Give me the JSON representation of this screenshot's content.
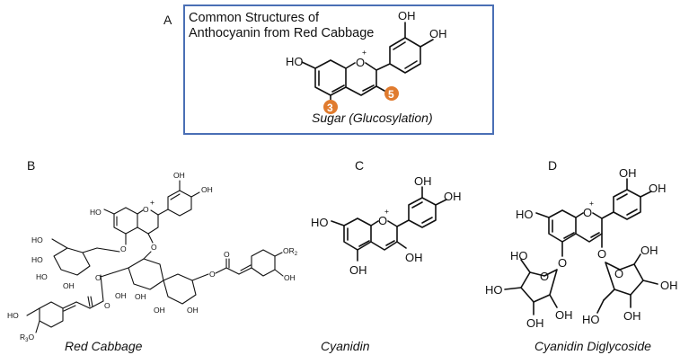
{
  "panels": {
    "a": {
      "letter": "A",
      "title_line1": "Common Structures of",
      "title_line2": "Anthocyanin from Red Cabbage",
      "sugar_label": "Sugar (Glucosylation)",
      "badge_left": "3",
      "badge_right": "5",
      "badge_color": "#e07b2e",
      "border_color": "#4a6fb5",
      "atoms": {
        "oh": "OH",
        "ho": "HO",
        "o": "O",
        "plus": "+"
      }
    },
    "b": {
      "letter": "B",
      "caption": "Red Cabbage",
      "atoms": {
        "oh": "OH",
        "ho": "HO",
        "o": "O",
        "plus": "+",
        "or2": "OR",
        "r2_sub": "2",
        "r3o": "R",
        "r3_sub": "3",
        "r3_o": "O"
      }
    },
    "c": {
      "letter": "C",
      "caption": "Cyanidin",
      "atoms": {
        "oh": "OH",
        "ho": "HO",
        "o": "O",
        "plus": "+"
      }
    },
    "d": {
      "letter": "D",
      "caption": "Cyanidin Diglycoside",
      "atoms": {
        "oh": "OH",
        "ho": "HO",
        "o": "O",
        "plus": "+"
      }
    }
  }
}
